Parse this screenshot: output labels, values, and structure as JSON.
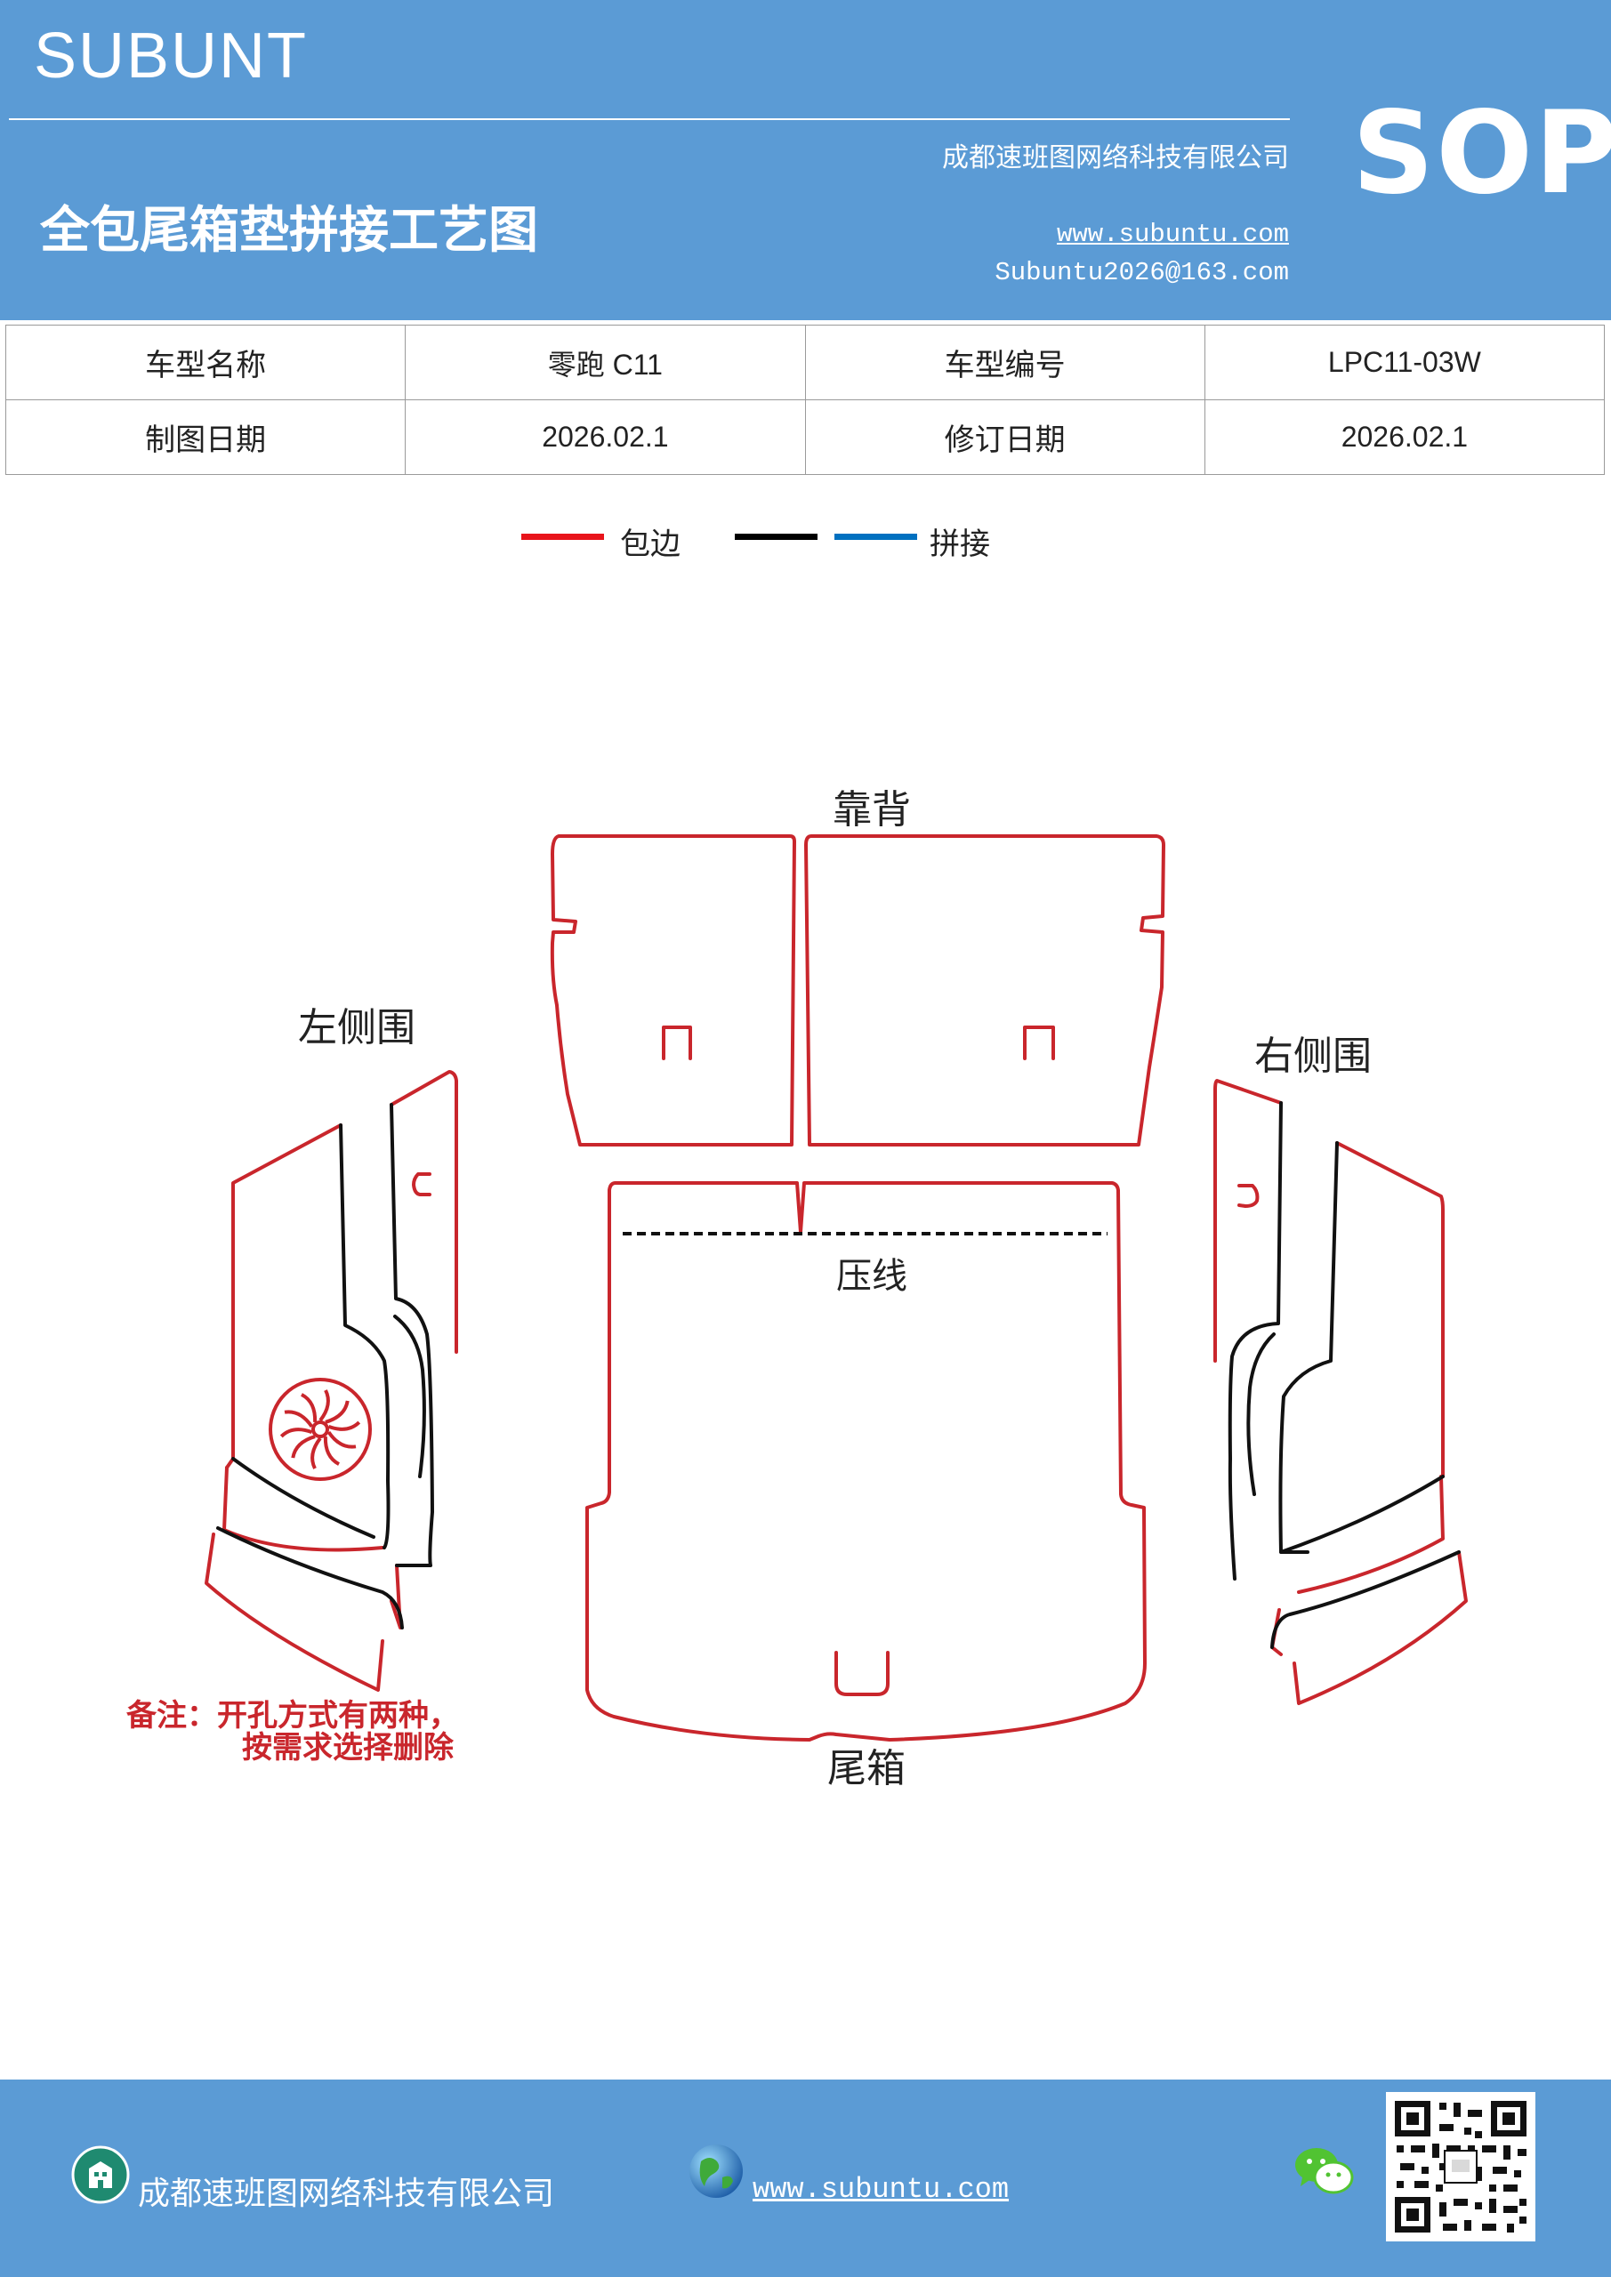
{
  "header": {
    "brand": "SUBUNT",
    "title": "全包尾箱垫拼接工艺图",
    "company": "成都速班图网络科技有限公司",
    "website": "www.subuntu.com",
    "email": "Subuntu2026@163.com",
    "badge": "SOP",
    "colors": {
      "background": "#5b9bd5",
      "text": "#ffffff"
    }
  },
  "info_table": {
    "rows": [
      [
        {
          "text": "车型名称"
        },
        {
          "text": "零跑 C11"
        },
        {
          "text": "车型编号"
        },
        {
          "text": "LPC11-03W"
        }
      ],
      [
        {
          "text": "制图日期"
        },
        {
          "text": "2026.02.1"
        },
        {
          "text": "修订日期"
        },
        {
          "text": "2026.02.1"
        }
      ]
    ]
  },
  "legend": {
    "items": [
      {
        "label": "包边",
        "color": "#e8141b"
      },
      {
        "label": "",
        "color": "#000000"
      },
      {
        "label": "拼接",
        "color": "#0070c0"
      }
    ]
  },
  "diagram": {
    "labels": {
      "backrest": "靠背",
      "left_side": "左侧围",
      "right_side": "右侧围",
      "crease": "压线",
      "trunk": "尾箱"
    },
    "note_line1": "备注：开孔方式有两种，",
    "note_line2": "按需求选择删除",
    "colors": {
      "edge": "#c9262c",
      "seam": "#111111",
      "note": "#c9262c"
    }
  },
  "footer": {
    "company": "成都速班图网络科技有限公司",
    "website": "www.subuntu.com",
    "icons": [
      "building-icon",
      "globe-icon",
      "wechat-icon",
      "qr-code"
    ]
  }
}
